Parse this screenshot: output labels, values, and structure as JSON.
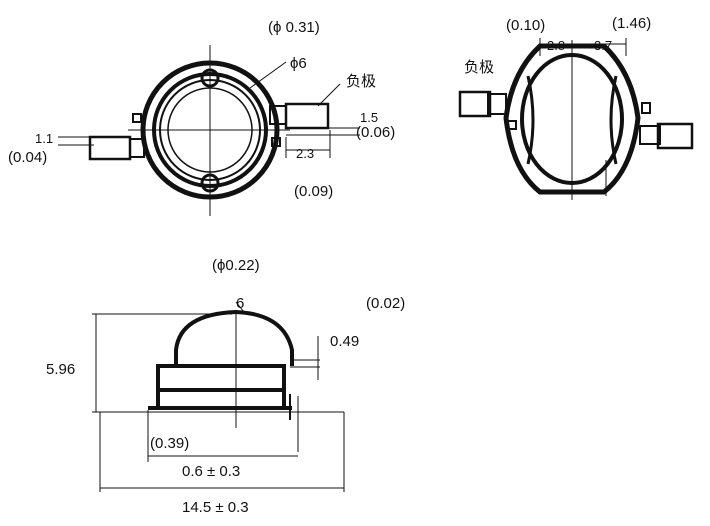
{
  "colors": {
    "ink": "#111111",
    "paper": "#ffffff"
  },
  "top_view": {
    "phi_031": "(ϕ 0.31)",
    "phi_6": "ϕ6",
    "cathode": "负极",
    "dim_1_5": "1.5",
    "dim_1_1": "1.1",
    "dim_004": "(0.04)",
    "dim_006": "(0.06)",
    "dim_2_3": "2.3",
    "dim_009": "(0.09)"
  },
  "bottom_view": {
    "dim_010": "(0.10)",
    "dim_146": "(1.46)",
    "dim_2_8": "2.8",
    "dim_3_7": "3.7",
    "cathode": "负极"
  },
  "side_view": {
    "phi_022": "(ϕ0.22)",
    "dim_6": "6",
    "dim_002": "(0.02)",
    "dim_049": "0.49",
    "dim_596": "5.96",
    "dim_039": "(0.39)",
    "dim_06": "0.6 ± 0.3",
    "dim_145": "14.5 ± 0.3"
  }
}
